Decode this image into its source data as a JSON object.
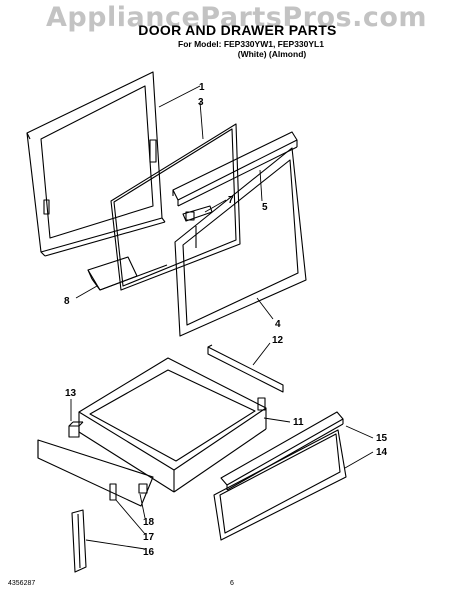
{
  "watermark": "AppliancePartsPros.com",
  "header": {
    "title": "DOOR AND DRAWER PARTS",
    "model_line": "For Model: FEP330YW1, FEP330YL1",
    "color_line": "(White)   (Almond)"
  },
  "callouts": {
    "c1": "1",
    "c2": "3",
    "c3": "7",
    "c4": "5",
    "c5": "8",
    "c6": "4",
    "c7": "12",
    "c8": "13",
    "c9": "11",
    "c10": "15",
    "c11": "14",
    "c12": "18",
    "c13": "17",
    "c14": "16"
  },
  "footer": {
    "part_number": "4356287",
    "page": "6"
  }
}
